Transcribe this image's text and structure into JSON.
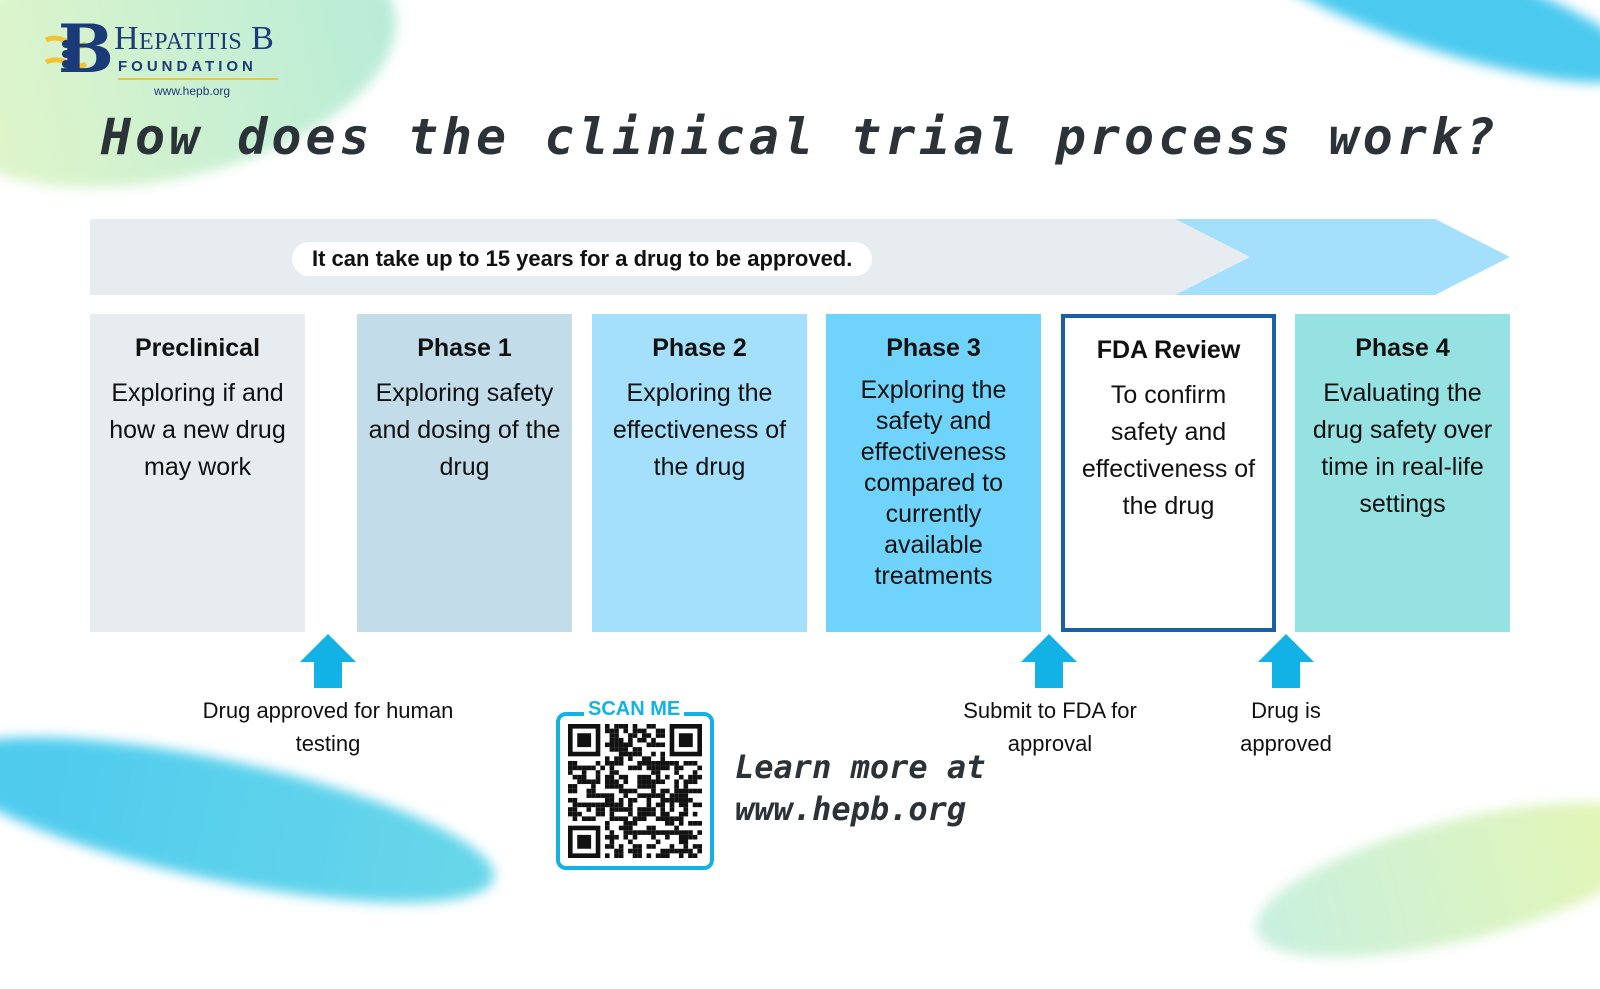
{
  "logo": {
    "org": "Hepatitis B",
    "sub": "FOUNDATION",
    "url": "www.hepb.org"
  },
  "title": "How does the clinical trial process work?",
  "banner": "It can take up to 15 years for a drug to be approved.",
  "colors": {
    "banner_grey": "#e7ecf0",
    "banner_blue": "#a4e0fb",
    "accent": "#13b2e6",
    "fda_border": "#1a5fa8"
  },
  "phases": [
    {
      "title": "Preclinical",
      "desc": "Exploring if and how a new drug may work",
      "color": "#e7ecf0"
    },
    {
      "title": "Phase 1",
      "desc": "Exploring safety and dosing of the drug",
      "color": "#c2dcea"
    },
    {
      "title": "Phase 2",
      "desc": "Exploring the effectiveness of the drug",
      "color": "#a4e0fb"
    },
    {
      "title": "Phase 3",
      "desc": "Exploring the safety and effectiveness compared to currently available treatments",
      "color": "#6fd3fb"
    },
    {
      "title": "FDA Review",
      "desc": "To confirm safety and effectiveness of the drug",
      "color": "#ffffff"
    },
    {
      "title": "Phase 4",
      "desc": "Evaluating the drug safety over time in real-life settings",
      "color": "#96e1e1"
    }
  ],
  "milestones": [
    "Drug approved for human testing",
    "Submit to FDA for approval",
    "Drug is approved"
  ],
  "qr": {
    "label": "SCAN ME"
  },
  "learn": {
    "line1": "Learn more at",
    "line2": "www.hepb.org"
  }
}
